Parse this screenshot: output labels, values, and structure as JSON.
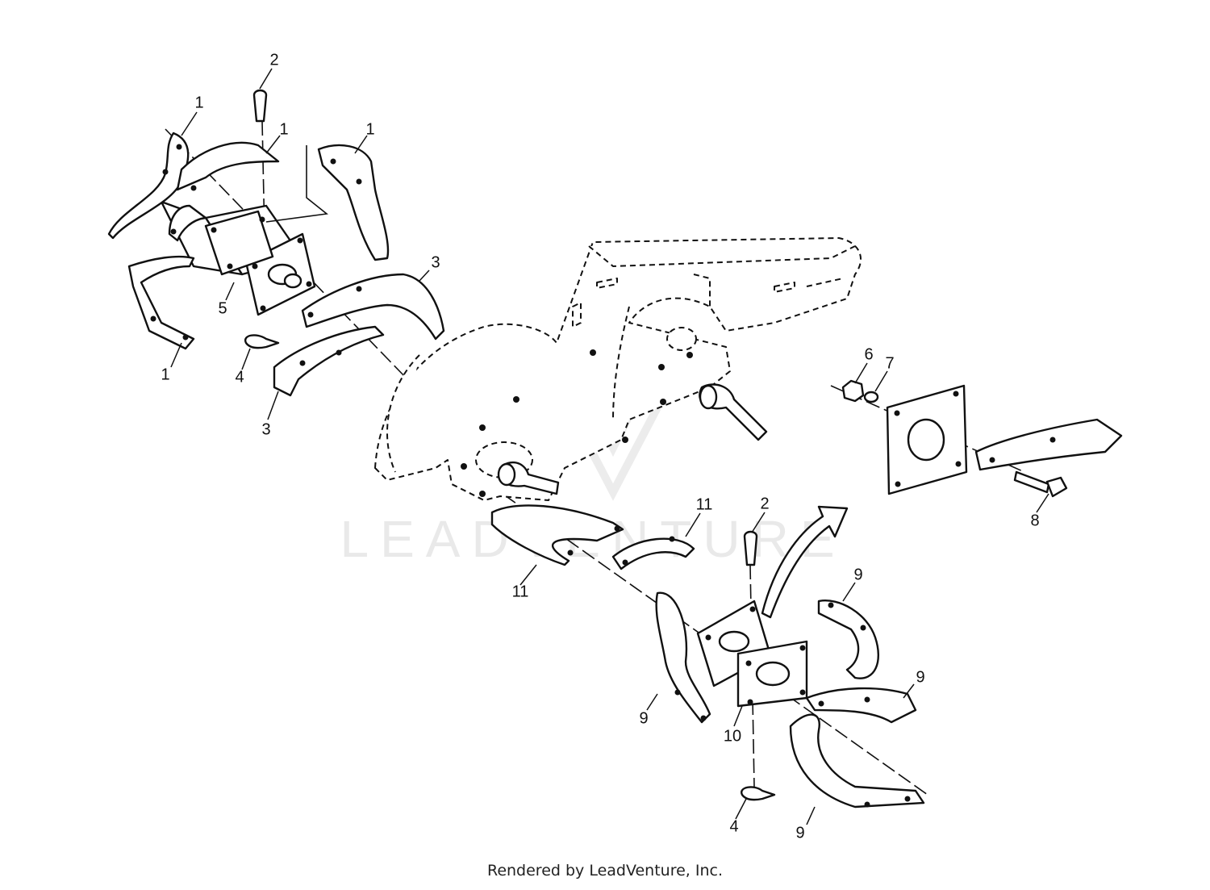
{
  "watermark": "LEADVENTURE",
  "footer": "Rendered by LeadVenture, Inc.",
  "callouts": {
    "c1a": "1",
    "c1b": "1",
    "c1c": "1",
    "c1d": "1",
    "c2a": "2",
    "c2b": "2",
    "c3a": "3",
    "c3b": "3",
    "c4a": "4",
    "c4b": "4",
    "c5": "5",
    "c6": "6",
    "c7": "7",
    "c8": "8",
    "c9a": "9",
    "c9b": "9",
    "c9c": "9",
    "c9d": "9",
    "c10": "10",
    "c11a": "11",
    "c11b": "11"
  },
  "colors": {
    "line": "#111111",
    "watermark": "#e9e9e9",
    "background": "#ffffff"
  }
}
